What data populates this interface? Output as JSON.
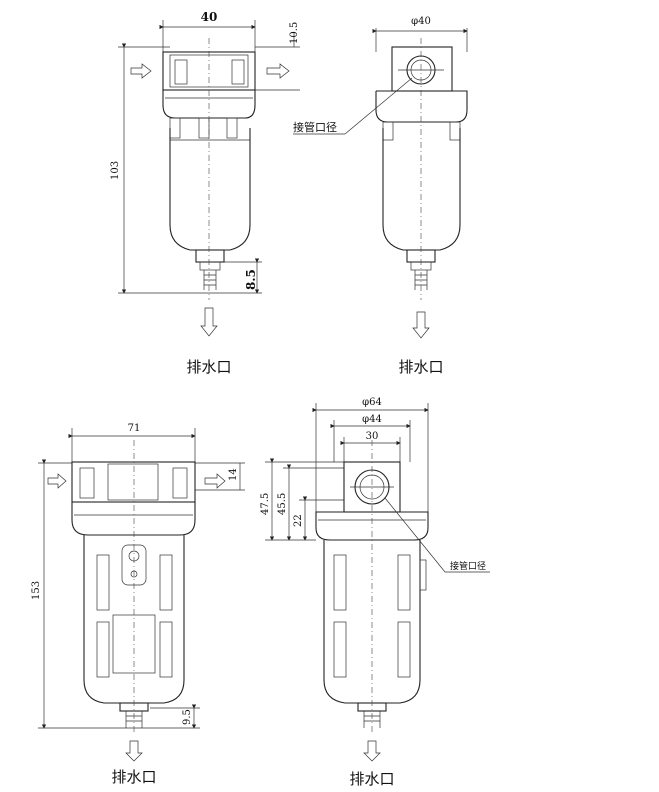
{
  "views": {
    "top_front": {
      "dim_width": "40",
      "dim_top": "10.5",
      "dim_height": "103",
      "dim_bottom": "8.5",
      "caption": "排水口"
    },
    "top_side": {
      "dim_diameter": "φ40",
      "port_label": "接管口径",
      "caption": "排水口"
    },
    "bottom_front": {
      "dim_width": "71",
      "dim_top": "14",
      "dim_height": "153",
      "dim_bottom": "9.5",
      "caption": "排水口"
    },
    "bottom_side": {
      "dim_outer": "φ64",
      "dim_inner": "φ44",
      "dim_port": "30",
      "dim_h1": "47.5",
      "dim_h2": "45.5",
      "dim_h3": "22",
      "port_label": "接管口径",
      "caption": "排水口"
    }
  }
}
